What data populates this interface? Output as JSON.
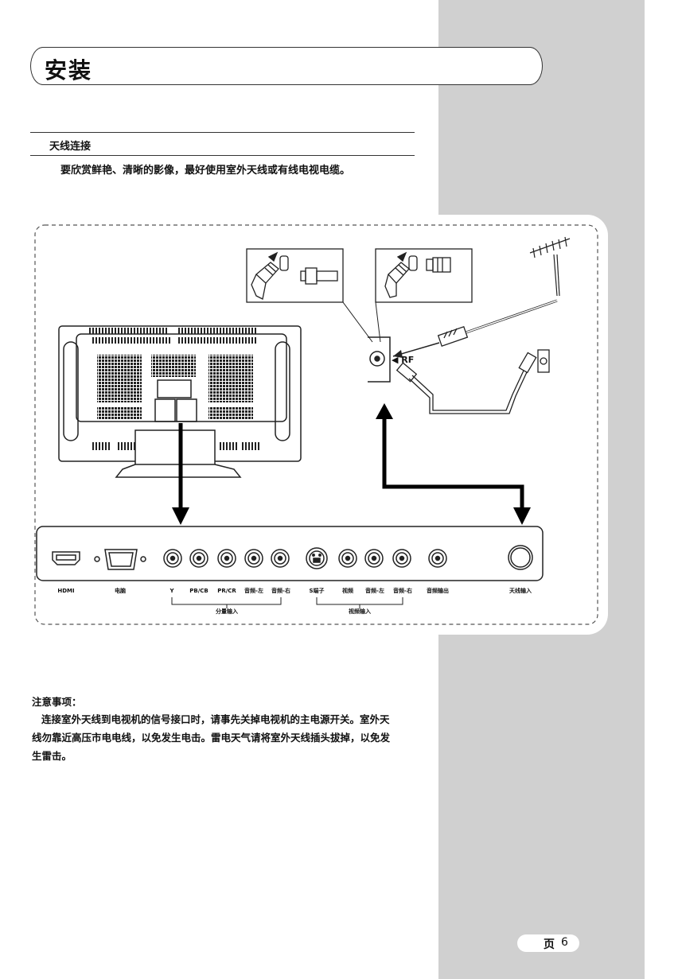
{
  "page": {
    "title": "安装",
    "section_heading": "天线连接",
    "intro": "要欣赏鲜艳、清晰的影像，最好使用室外天线或有线电视电缆。",
    "page_label": "页",
    "page_number": "6"
  },
  "diagram": {
    "rf_label": "◀ RF",
    "ports": {
      "hdmi": "HDMI",
      "pc": "电脑",
      "y": "Y",
      "pb": "PB/CB",
      "pr": "PR/CR",
      "comp_audio_l": "音频-左",
      "comp_audio_r": "音频-右",
      "svideo": "S端子",
      "video": "视频",
      "av_audio_l": "音频-左",
      "av_audio_r": "音频-右",
      "audio_out": "音频输出",
      "antenna_in": "天线输入"
    },
    "groups": {
      "component": "分量输入",
      "video": "视频输入"
    }
  },
  "notes": {
    "title": "注意事项：",
    "lines": [
      "连接室外天线到电视机的信号接口时，请事先关掉电视机的主电源开关。室外天",
      "线勿靠近高压市电电线，以免发生电击。雷电天气请将室外天线插头拔掉，以免发",
      "生雷击。"
    ]
  }
}
